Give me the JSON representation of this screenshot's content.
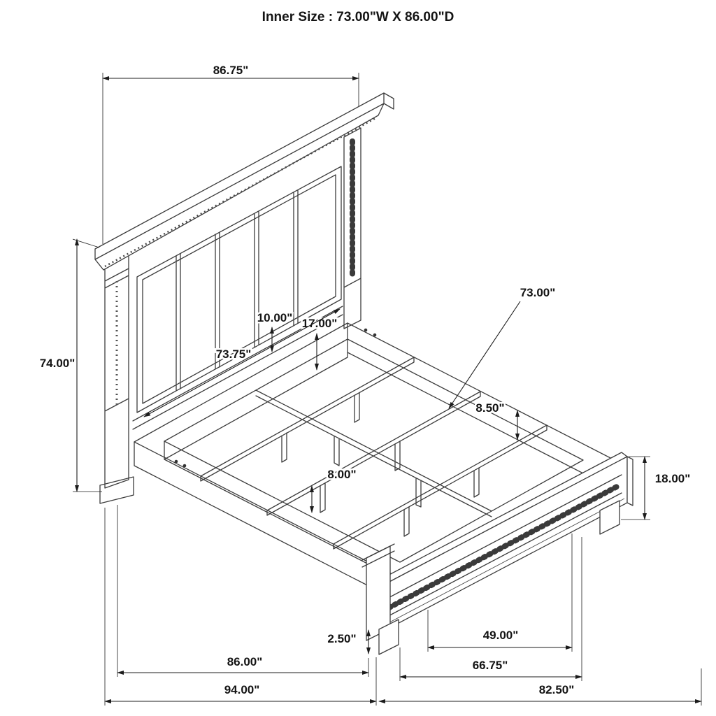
{
  "title": "Inner Size : 73.00\"W X 86.00\"D",
  "dimensions": {
    "headboard_width": "86.75\"",
    "headboard_height": "74.00\"",
    "panel_inset": "10.00\"",
    "rail_drop": "17.00\"",
    "headboard_inner_width": "73.75\"",
    "slat_length": "73.00\"",
    "side_rail_height": "8.50\"",
    "slat_leg_height": "8.00\"",
    "footboard_height": "18.00\"",
    "foot_height": "2.50\"",
    "footboard_inner_span": "49.00\"",
    "side_rail_length": "86.00\"",
    "footboard_outer_span": "66.75\"",
    "overall_depth": "94.00\"",
    "overall_width": "82.50\""
  }
}
